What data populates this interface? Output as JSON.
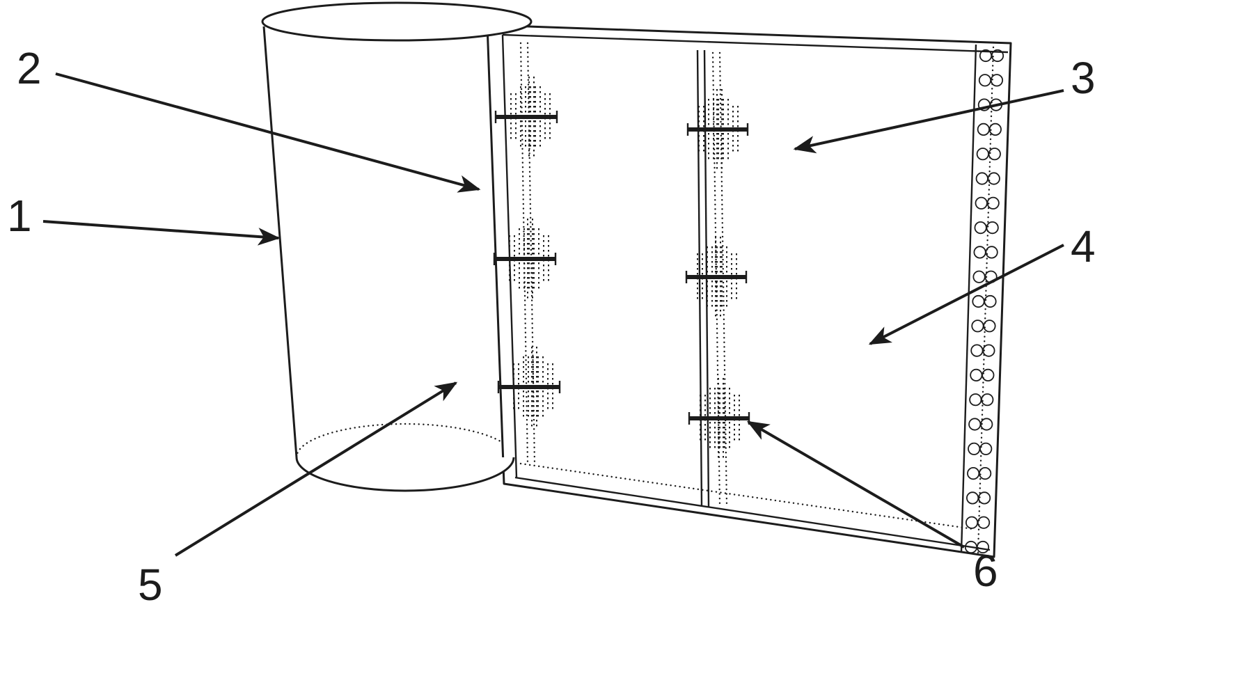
{
  "figure": {
    "type": "patent-line-drawing",
    "colors": {
      "ink": "#1c1c1c",
      "background": "#ffffff"
    },
    "callouts": [
      {
        "id": "callout-1",
        "text": "1"
      },
      {
        "id": "callout-2",
        "text": "2"
      },
      {
        "id": "callout-3",
        "text": "3"
      },
      {
        "id": "callout-4",
        "text": "4"
      },
      {
        "id": "callout-5",
        "text": "5"
      },
      {
        "id": "callout-6",
        "text": "6"
      }
    ]
  }
}
